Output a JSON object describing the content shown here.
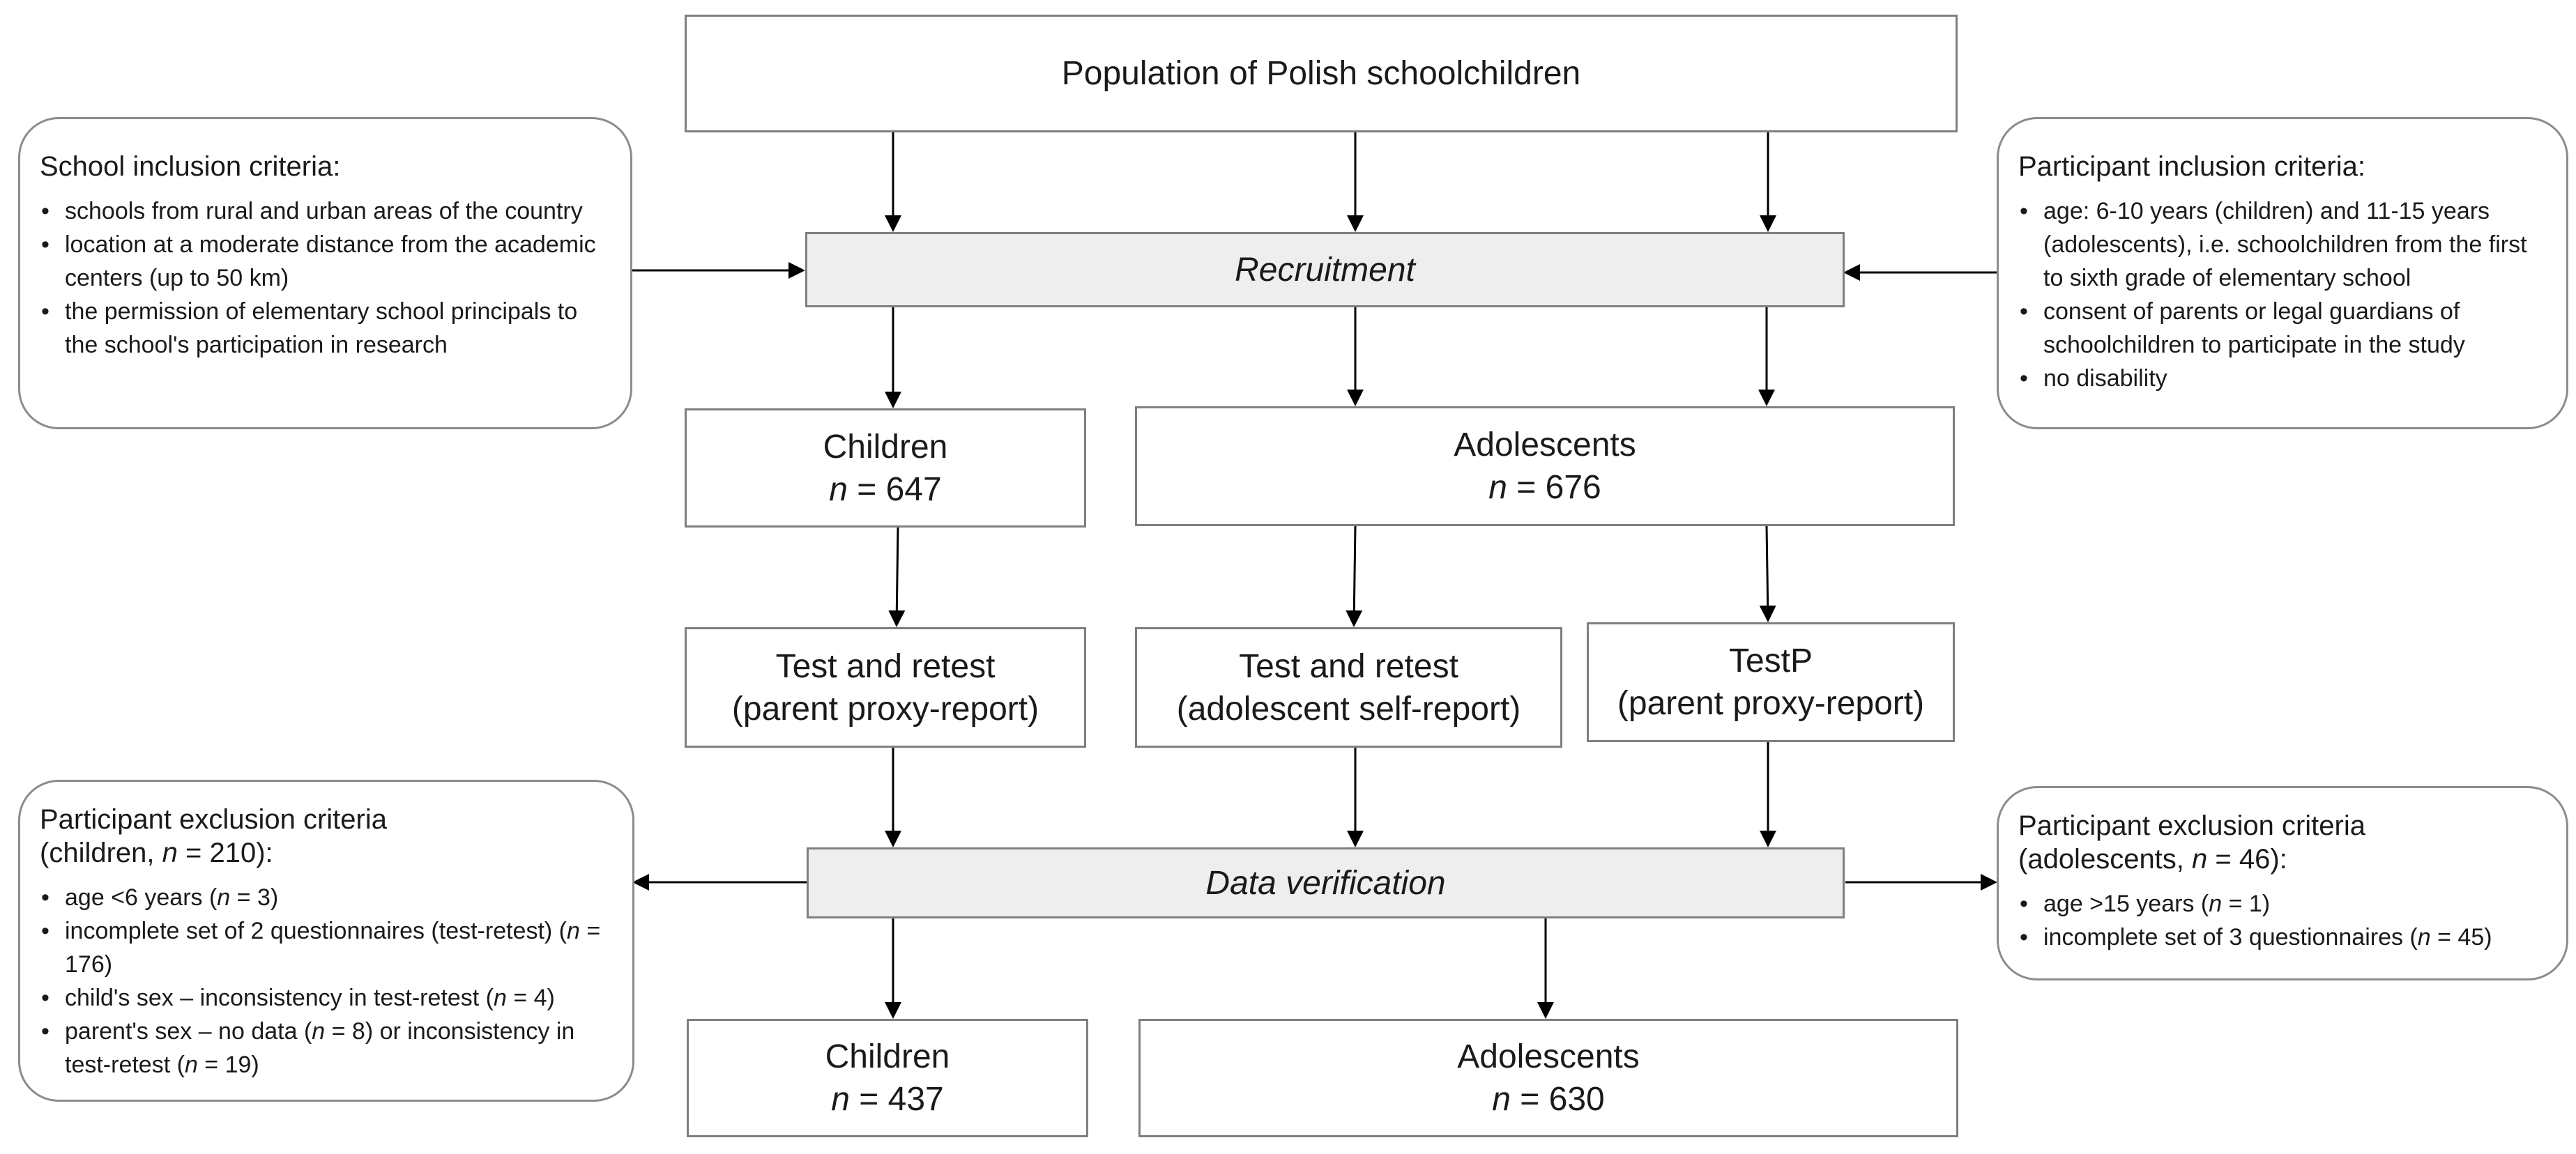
{
  "population": {
    "label": "Population of Polish schoolchildren"
  },
  "recruitment": {
    "label": "Recruitment"
  },
  "school_criteria": {
    "title": "School inclusion criteria:",
    "items": [
      "schools from rural and urban areas of the country",
      "location at a moderate distance from the academic centers (up to 50 km)",
      "the permission of elementary school principals to the school's participation in research"
    ]
  },
  "participant_criteria": {
    "title": "Participant inclusion criteria:",
    "items": [
      "age: 6-10 years (children) and 11-15 years (adolescents), i.e. schoolchildren from the first to sixth grade of elementary school",
      "consent of parents or legal guardians of schoolchildren to participate in the study",
      "no disability"
    ]
  },
  "children_initial": {
    "label": "Children",
    "n_prefix": "n",
    "n_value": "= 647"
  },
  "adolescents_initial": {
    "label": "Adolescents",
    "n_prefix": "n",
    "n_value": "= 676"
  },
  "test_children": {
    "line1": "Test and retest",
    "line2": "(parent proxy-report)"
  },
  "test_adolescents": {
    "line1": "Test and retest",
    "line2": "(adolescent self-report)"
  },
  "testp": {
    "line1": "TestP",
    "line2": "(parent proxy-report)"
  },
  "verification": {
    "label": "Data verification"
  },
  "exclusion_children": {
    "title_line1": "Participant exclusion criteria",
    "title_pre": "(children, ",
    "title_n": "n",
    "title_post": " = 210):",
    "items": [
      [
        {
          "t": "age <6 years ("
        },
        {
          "i": "n"
        },
        {
          "t": " = 3)"
        }
      ],
      [
        {
          "t": "incomplete set of 2 questionnaires (test-retest) ("
        },
        {
          "i": "n"
        },
        {
          "t": " = 176)"
        }
      ],
      [
        {
          "t": "child's sex – inconsistency in test-retest ("
        },
        {
          "i": "n"
        },
        {
          "t": " = 4)"
        }
      ],
      [
        {
          "t": "parent's sex – no data ("
        },
        {
          "i": "n"
        },
        {
          "t": " = 8) or inconsistency in test-retest ("
        },
        {
          "i": "n"
        },
        {
          "t": " = 19)"
        }
      ]
    ]
  },
  "exclusion_adolescents": {
    "title_line1": "Participant exclusion criteria",
    "title_pre": "(adolescents, ",
    "title_n": "n",
    "title_post": " = 46):",
    "items": [
      [
        {
          "t": "age >15 years ("
        },
        {
          "i": "n"
        },
        {
          "t": " = 1)"
        }
      ],
      [
        {
          "t": "incomplete set of 3 questionnaires ("
        },
        {
          "i": "n"
        },
        {
          "t": " = 45)"
        }
      ]
    ]
  },
  "children_final": {
    "label": "Children",
    "n_prefix": "n",
    "n_value": "= 437"
  },
  "adolescents_final": {
    "label": "Adolescents",
    "n_prefix": "n",
    "n_value": "= 630"
  },
  "colors": {
    "border": "#7f7f7f",
    "bar_fill": "#eeeeee",
    "text": "#1a1a1a"
  }
}
